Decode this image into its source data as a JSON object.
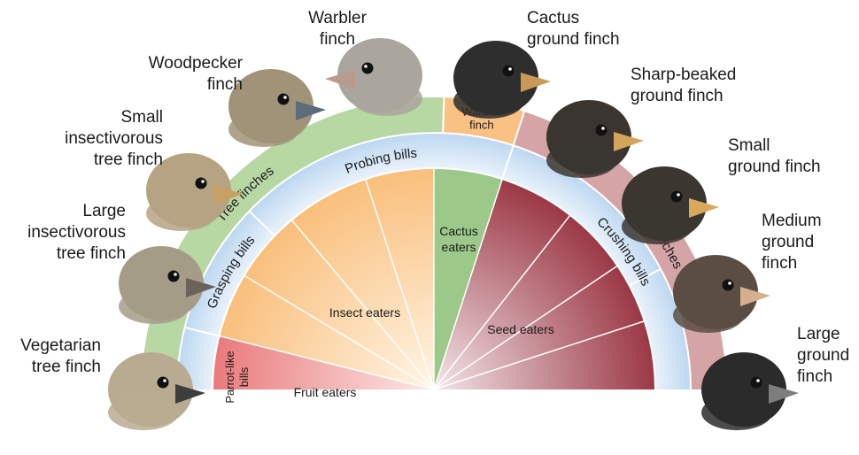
{
  "finches": [
    {
      "id": "vegetarian",
      "lines": [
        "Vegetarian",
        "tree finch"
      ],
      "head": "#b9ab91",
      "beak": "#3d3d3d"
    },
    {
      "id": "large-insectivorous",
      "lines": [
        "Large",
        "insectivorous",
        "tree finch"
      ],
      "head": "#a59c88",
      "beak": "#6b625a"
    },
    {
      "id": "small-insectivorous",
      "lines": [
        "Small",
        "insectivorous",
        "tree finch"
      ],
      "head": "#b5a384",
      "beak": "#c9a064"
    },
    {
      "id": "woodpecker",
      "lines": [
        "Woodpecker",
        "finch"
      ],
      "head": "#a19378",
      "beak": "#5d6c7b"
    },
    {
      "id": "warbler",
      "lines": [
        "Warbler",
        "finch"
      ],
      "head": "#aaa69e",
      "beak": "#b89b8c"
    },
    {
      "id": "cactus",
      "lines": [
        "Cactus",
        "ground finch"
      ],
      "head": "#2e2e2e",
      "beak": "#c99a55"
    },
    {
      "id": "sharp-beaked",
      "lines": [
        "Sharp-beaked",
        "ground finch"
      ],
      "head": "#3a3530",
      "beak": "#d4a45a"
    },
    {
      "id": "small-ground",
      "lines": [
        "Small",
        "ground finch"
      ],
      "head": "#3b3630",
      "beak": "#d8a95c"
    },
    {
      "id": "medium-ground",
      "lines": [
        "Medium",
        "ground",
        "finch"
      ],
      "head": "#5a4e44",
      "beak": "#d6b08e"
    },
    {
      "id": "large-ground",
      "lines": [
        "Large",
        "ground",
        "finch"
      ],
      "head": "#2b2b2b",
      "beak": "#7d7d7d"
    }
  ],
  "diagram": {
    "outer": {
      "tree": {
        "label": "Tree finches",
        "color": "#b7d7a3"
      },
      "warbler": {
        "lines": [
          "Warbler",
          "finch"
        ],
        "color": "#f9c182"
      },
      "ground": {
        "label": "Ground finches",
        "color": "#d4a4a6"
      }
    },
    "middle": {
      "parrot": {
        "lines": [
          "Parrot-like",
          "bills"
        ]
      },
      "grasping": {
        "label": "Grasping bills"
      },
      "probing": {
        "label": "Probing bills"
      },
      "crushing": {
        "label": "Crushing bills"
      },
      "colors": {
        "light": "#eef5fc",
        "mid": "#bcd7f0"
      }
    },
    "inner": {
      "fruit": {
        "label": "Fruit eaters",
        "color": "#ea7a7c"
      },
      "insect": {
        "label": "Insect eaters",
        "color": "#f9bf7c"
      },
      "cactus": {
        "lines": [
          "Cactus",
          "eaters"
        ],
        "color": "#9cc98a"
      },
      "seed": {
        "label": "Seed eaters",
        "color": "#9b3845"
      }
    }
  }
}
